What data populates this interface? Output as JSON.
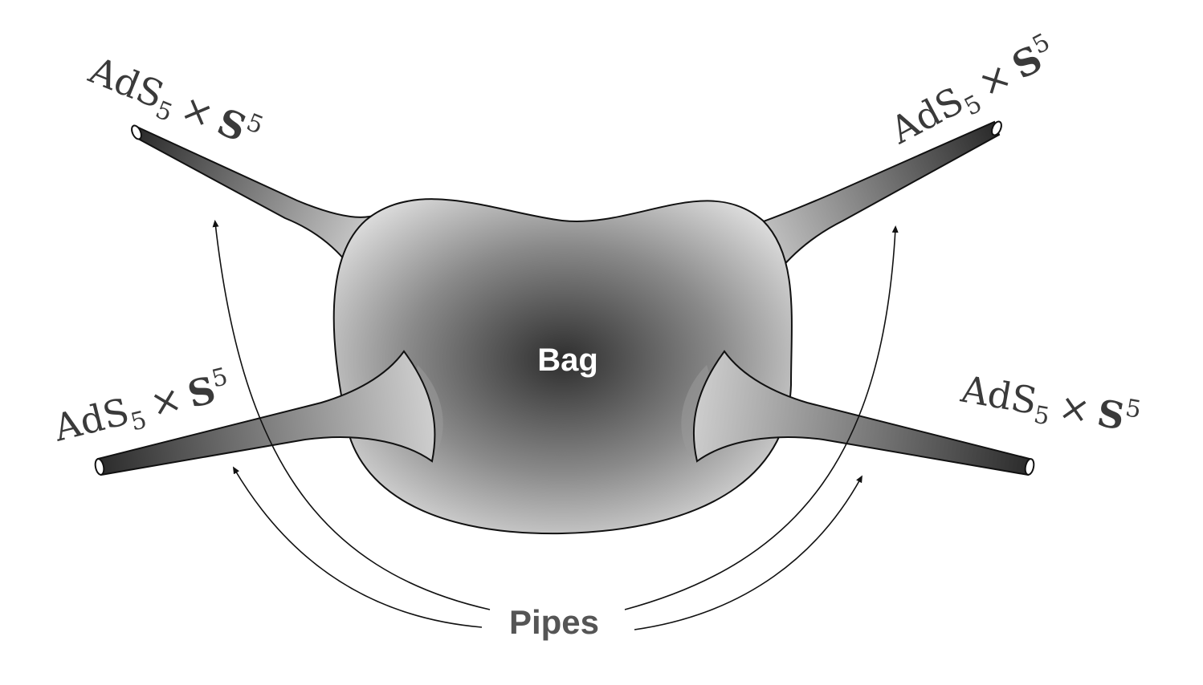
{
  "diagram": {
    "center_label": "Bag",
    "bottom_label": "Pipes",
    "throat_labels": [
      {
        "base": "AdS",
        "sub": "5",
        "times": "×",
        "sphere": "S",
        "sup": "5"
      },
      {
        "base": "AdS",
        "sub": "5",
        "times": "×",
        "sphere": "S",
        "sup": "5"
      },
      {
        "base": "AdS",
        "sub": "5",
        "times": "×",
        "sphere": "S",
        "sup": "5"
      },
      {
        "base": "AdS",
        "sub": "5",
        "times": "×",
        "sphere": "S",
        "sup": "5"
      }
    ]
  }
}
